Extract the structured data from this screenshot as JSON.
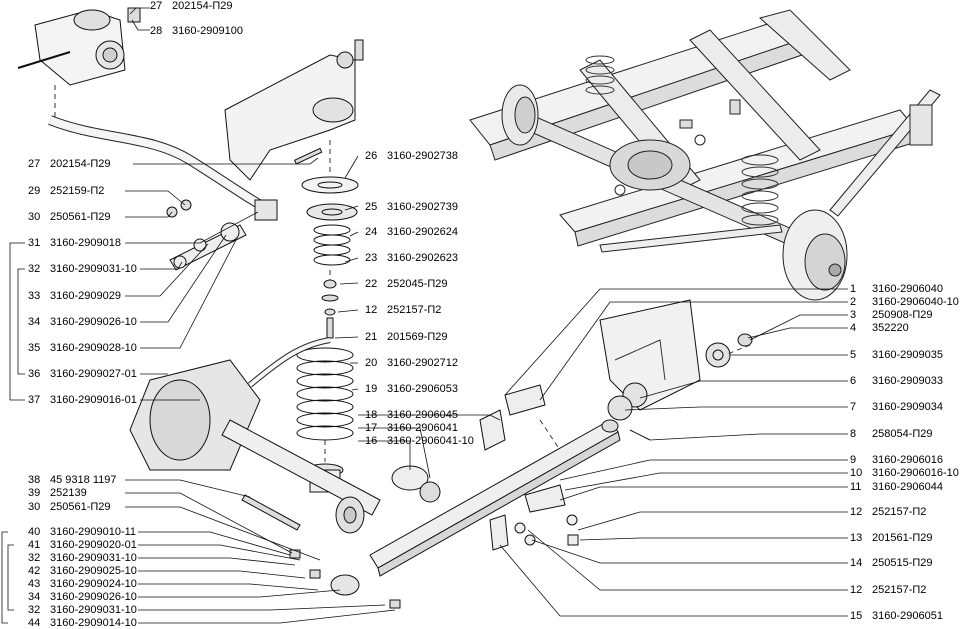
{
  "labels": [
    {
      "id": "l27a",
      "num": "27",
      "code": "202154-П29"
    },
    {
      "id": "l28",
      "num": "28",
      "code": "3160-2909100"
    },
    {
      "id": "l26",
      "num": "26",
      "code": "3160-2902738"
    },
    {
      "id": "l27b",
      "num": "27",
      "code": "202154-П29"
    },
    {
      "id": "l29",
      "num": "29",
      "code": "252159-П2"
    },
    {
      "id": "l25",
      "num": "25",
      "code": "3160-2902739"
    },
    {
      "id": "l30a",
      "num": "30",
      "code": "250561-П29"
    },
    {
      "id": "l24",
      "num": "24",
      "code": "3160-2902624"
    },
    {
      "id": "l31",
      "num": "31",
      "code": "3160-2909018"
    },
    {
      "id": "l23",
      "num": "23",
      "code": "3160-2902623"
    },
    {
      "id": "l32a",
      "num": "32",
      "code": "3160-2909031-10"
    },
    {
      "id": "l22",
      "num": "22",
      "code": "252045-П29"
    },
    {
      "id": "l33",
      "num": "33",
      "code": "3160-2909029"
    },
    {
      "id": "l12a",
      "num": "12",
      "code": "252157-П2"
    },
    {
      "id": "l34",
      "num": "34",
      "code": "3160-2909026-10"
    },
    {
      "id": "l21",
      "num": "21",
      "code": "201569-П29"
    },
    {
      "id": "l35",
      "num": "35",
      "code": "3160-2909028-10"
    },
    {
      "id": "l20",
      "num": "20",
      "code": "3160-2902712"
    },
    {
      "id": "l36",
      "num": "36",
      "code": "3160-2909027-01"
    },
    {
      "id": "l19",
      "num": "19",
      "code": "3160-2906053"
    },
    {
      "id": "l37",
      "num": "37",
      "code": "3160-2909016-01"
    },
    {
      "id": "l18",
      "num": "18",
      "code": "3160-2906045"
    },
    {
      "id": "l17",
      "num": "17",
      "code": "3160-2906041"
    },
    {
      "id": "l16",
      "num": "16",
      "code": "3160-2906041-10"
    },
    {
      "id": "l38",
      "num": "38",
      "code": "45 9318 1197"
    },
    {
      "id": "l39",
      "num": "39",
      "code": "252139"
    },
    {
      "id": "l30b",
      "num": "30",
      "code": "250561-П29"
    },
    {
      "id": "l40",
      "num": "40",
      "code": "3160-2909010-11"
    },
    {
      "id": "l41",
      "num": "41",
      "code": "3160-2909020-01"
    },
    {
      "id": "l32b",
      "num": "32",
      "code": "3160-2909031-10"
    },
    {
      "id": "l42",
      "num": "42",
      "code": "3160-2909025-10"
    },
    {
      "id": "l43",
      "num": "43",
      "code": "3160-2909024-10"
    },
    {
      "id": "l34b",
      "num": "34",
      "code": "3160-2909026-10"
    },
    {
      "id": "l32c",
      "num": "32",
      "code": "3160-2909031-10"
    },
    {
      "id": "l44",
      "num": "44",
      "code": "3160-2909014-10"
    },
    {
      "id": "l1",
      "num": "1",
      "code": "3160-2906040"
    },
    {
      "id": "l2",
      "num": "2",
      "code": "3160-2906040-10"
    },
    {
      "id": "l3",
      "num": "3",
      "code": "250908-П29"
    },
    {
      "id": "l4",
      "num": "4",
      "code": "352220"
    },
    {
      "id": "l5",
      "num": "5",
      "code": "3160-2909035"
    },
    {
      "id": "l6",
      "num": "6",
      "code": "3160-2909033"
    },
    {
      "id": "l7",
      "num": "7",
      "code": "3160-2909034"
    },
    {
      "id": "l8",
      "num": "8",
      "code": "258054-П29"
    },
    {
      "id": "l9",
      "num": "9",
      "code": "3160-2906016"
    },
    {
      "id": "l10",
      "num": "10",
      "code": "3160-2906016-10"
    },
    {
      "id": "l11",
      "num": "11",
      "code": "3160-2906044"
    },
    {
      "id": "l12b",
      "num": "12",
      "code": "252157-П2"
    },
    {
      "id": "l13",
      "num": "13",
      "code": "201561-П29"
    },
    {
      "id": "l14",
      "num": "14",
      "code": "250515-П29"
    },
    {
      "id": "l12c",
      "num": "12",
      "code": "252157-П2"
    },
    {
      "id": "l15",
      "num": "15",
      "code": "3160-2906051"
    }
  ]
}
